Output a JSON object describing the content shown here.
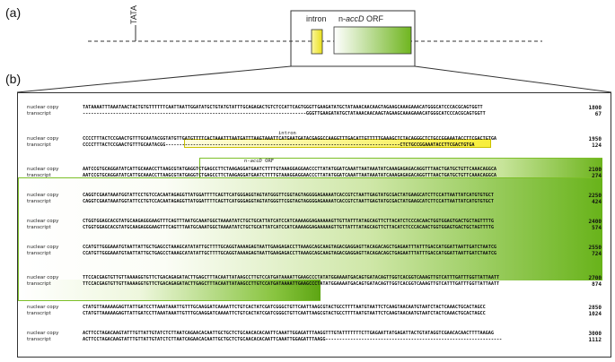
{
  "panel_a_label": "(a)",
  "panel_b_label": "(b)",
  "gene_map": {
    "tata_label": "TATA",
    "intron_label": "intron",
    "orf_label_prefix": "n-",
    "orf_label_gene": "accD",
    "orf_label_suffix": " ORF",
    "intron_color": "#f4ee3a",
    "orf_color": "#7cbf28"
  },
  "alignment": {
    "intron_annotation": "intron",
    "orf_annotation": "n-accD ORF",
    "blocks": [
      {
        "label1": "nuclear copy",
        "label2": "transcript",
        "seq1": "TATAAAATTTAAATAACTACTGTGTTTTTTCAATTAATTGGATATGCTGTATGTATTTGCAGAGACTGTCTCCATTCAGTGGGTTGAAGATATGCTATAAACAACAAGTAGAAGCAAAGAAACATGGGCATCCCACGCAGTGGTT",
        "seq2": "---------------------------------------------------------------------------------GGGTTGAAGATATGCTATAAACAACAAGTAGAAGCAAAGAAACATGGGCATCCCACGCAGTGGTT",
        "num1": "1800",
        "num2": "67"
      },
      {
        "label1": "nuclear copy",
        "label2": "transcript",
        "seq1": "CCCCTTTACTCCGAACTGTTTGCAATACGGTATGTTGATGTTTTCACTAAATTTAATGATTTAAGTAAATTCATGAATGATACGAGGCCAAGGTTTGACATTGTTTTTGAAAGCTCTACAGGGCTCTGCCGGAAATACCTTCGACTGTGA",
        "seq2": "CCCCTTTACTCCGAACTGTTTGCAATACGG-------------------------------------------------------------------------------------CTCTGCCGGAAATACCTTCGACTGTGA",
        "num1": "1950",
        "num2": "124"
      },
      {
        "label1": "nuclear copy",
        "label2": "transcript",
        "seq1": "AATCCGTGCAGGATATCATTGCAAACCTTAAGCGTATGAGGTCTGAGCCTTCTAAGAGGATGAATCTTTTGTAAAGGAGGAACCCTTATATGGATCAAATTAATAAATATCAAAGAGAGACAGGTTTAACTGATGCTGTTCAAACAGGCA",
        "seq2": "AATCCGTGCAGGATATCATTGCAAACCTTAAGCGTATGAGGTCTGAGCCTTCTAAGAGGATGAATCTTTTGTAAAGGAGGAACCCTTATATGGATCAAATTAATAAATATCAAAGAGAGACAGGTTTAACTGATGCTGTTCAAACAGGCA",
        "num1": "2100",
        "num2": "274"
      },
      {
        "label1": "nuclear copy",
        "label2": "transcript",
        "seq1": "CAGGTCGAATAAATGGTATTCCTGTCCACAATAGAGGTTATGGATTTTCAGTTCATGGGAGGTAGTATGGGTTCGGTAGTAGGGGAGAAAATCACCGTCTAATTGAGTATGCGACTATGAAGCATCTTCCATTAATTATCATGTGTGCT",
        "seq2": "CAGGTCGAATAAATGGTATTCCTGTCCACAATAGAGGTTATGGATTTTCAGTTCATGGGAGGTAGTATGGGTTCGGTAGTAGGGGAGAAAATCACCGTCTAATTGAGTATGCGACTATGAAGCATCTTCCATTAATTATCATGTGTGCT",
        "num1": "2250",
        "num2": "424"
      },
      {
        "label1": "nuclear copy",
        "label2": "transcript",
        "seq1": "CTGGTGGAGCACGTATGCAAGAGGGAAGTTTCAGTTTAATGCAAATGGCTAAAATATCTGCTGCATTATCATCCATCAAAAGGAGAAAAAGTTGTTATTTATAGCAGTTCTTACATCTCCCACAACTGGTGGAGTGACTGCTAGTTTTG",
        "seq2": "CTGGTGGAGCACGTATGCAAGAGGGAAGTTTCAGTTTAATGCAAATGGCTAAAATATCTGCTGCATTATCATCCATCAAAAGGAGAAAAAGTTGTTATTTATAGCAGTTCTTACATCTCCCACAACTGGTGGAGTGACTGCTAGTTTTG",
        "num1": "2400",
        "num2": "574"
      },
      {
        "label1": "nuclear copy",
        "label2": "transcript",
        "seq1": "CCATGTTGGGAAATGTAATTATTGCTGAGCCTAAAGCATATATTGCTTTTGCAGGTAAAAGAGTAATTGAAGAGACCTTAAAGCAGCAAGTAGACGAGGAGTTACAGACAGCTGAGAATTTATTTGACCATGGATTAATTGATCTAATCG",
        "seq2": "CCATGTTGGGAAATGTAATTATTGCTGAGCCTAAAGCATATATTGCTTTTGCAGGTAAAAGAGTAATTGAAGAGACCTTAAAGCAGCAAGTAGACGAGGAGTTACAGACAGCTGAGAATTTATTTGACCATGGATTAATTGATCTAATCG",
        "num1": "2550",
        "num2": "724"
      },
      {
        "label1": "nuclear copy",
        "label2": "transcript",
        "seq1": "TTCCACGAGTGTTGTTAAAAGGTGTTCTGACAGAGATACTTGAGCTTTACAATTATAAGCCTTGTCCATGATAAAATTGAAGCCCTATATGGAAAATGACAGTGATACAGTTGGTCACGGTCAAAGTTGTCATTTGATTTGGTTATTAATT",
        "seq2": "TTCCACGAGTGTTGTTAAAAGGTGTTCTGACAGAGATACTTGAGCTTTACAATTATAAGCCTTGTCCATGATAAAATTGAAGCCCTATATGGAAAATGACAGTGATACAGTTGGTCACGGTCAAAGTTGTCATTTGATTTGGTTATTAATT",
        "num1": "2700",
        "num2": "874"
      },
      {
        "label1": "nuclear copy",
        "label2": "transcript",
        "seq1": "CTATGTTAAAAAGAGTTATTGATCCTTAAATAAATTGTTTGCAAGGATCAAAATTCTGTCACTATCGATCGGGCTGTTCAATTAAGCGTACTGCCTTTTAATGTAATTCTCAAGTAACAATGTAATCTACTCAAACTGCACTAGCC",
        "seq2": "CTATGTTAAAAAGAGTTATTGATCCTTAAATAAATTGTTTGCAAGGATCAAAATTCTGTCACTATCGATCGGGCTGTTCAATTAAGCGTACTGCCTTTTAATGTAATTCTCAAGTAACAATGTAATCTACTCAAACTGCACTAGCC",
        "num1": "2850",
        "num2": "1024"
      },
      {
        "label1": "nuclear copy",
        "label2": "transcript",
        "seq1": "ACTTCCTAGACAAGTATTTGTTATTGTATCTCTTAATCAGAACACAATTGCTGCTCTGCAACACACAATTCAAATTGGAGATTTAAGGTTTGTATTTTTTTCTTGAGAATTATGAGATTACTGTATAGGTCGAACACAACTTTTAAGAG",
        "seq2": "ACTTCCTAGACAAGTATTTGTTATTGTATCTCTTAATCAGAACACAATTGCTGCTCTGCAACACACAATTCAAATTGGAGATTTAAGG----------------------------------------------------------------",
        "num1": "3000",
        "num2": "1112"
      }
    ]
  }
}
